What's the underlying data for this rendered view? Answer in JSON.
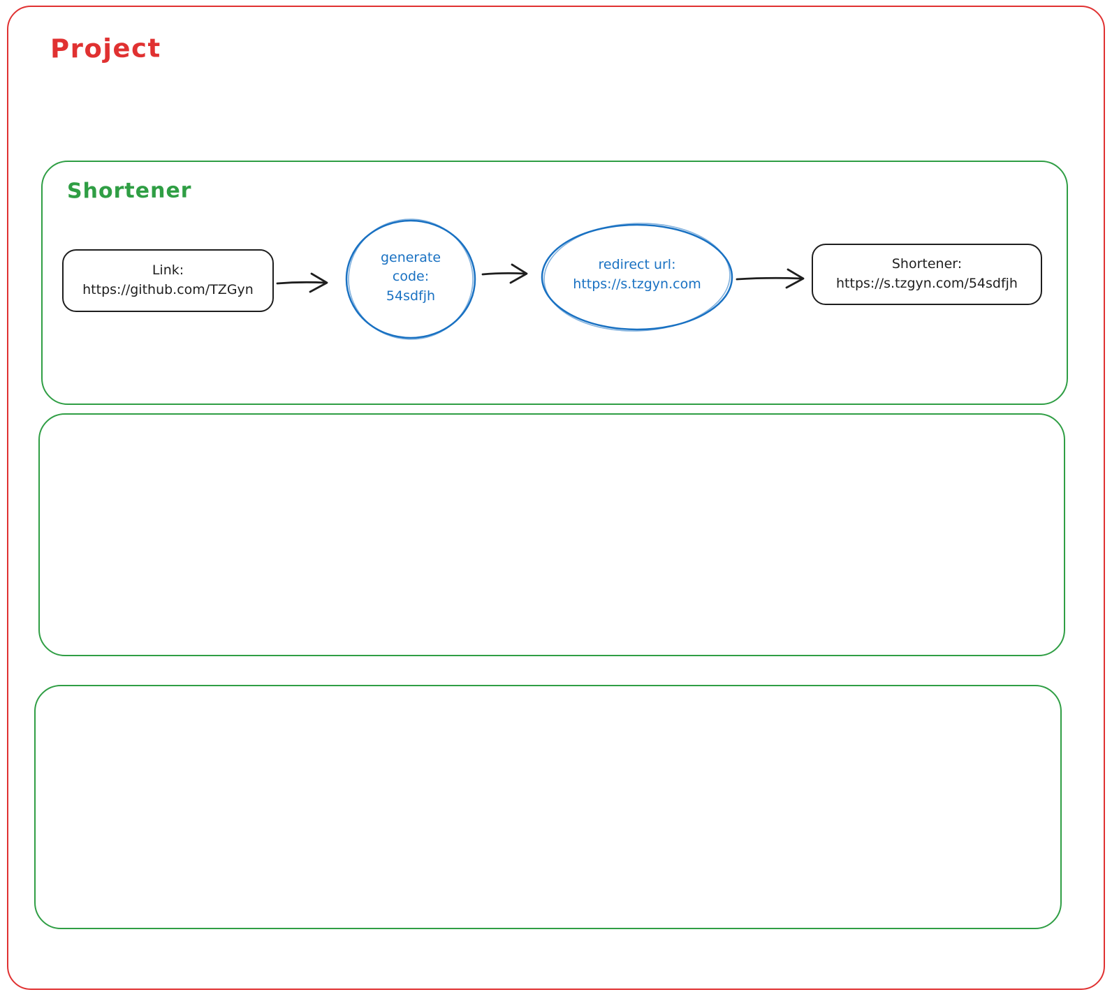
{
  "colors": {
    "red": "#e03131",
    "green": "#2f9e44",
    "blue": "#1971c2",
    "ink": "#1e1e1e"
  },
  "project": {
    "label": "Project"
  },
  "shortener": {
    "label": "Shortener",
    "flow": {
      "link_node": "Link:\nhttps://github.com/TZGyn",
      "generate_node": "generate\ncode:\n54sdfjh",
      "redirect_node": "redirect url:\nhttps://s.tzgyn.com",
      "result_node": "Shortener:\nhttps://s.tzgyn.com/54sdfjh"
    }
  }
}
